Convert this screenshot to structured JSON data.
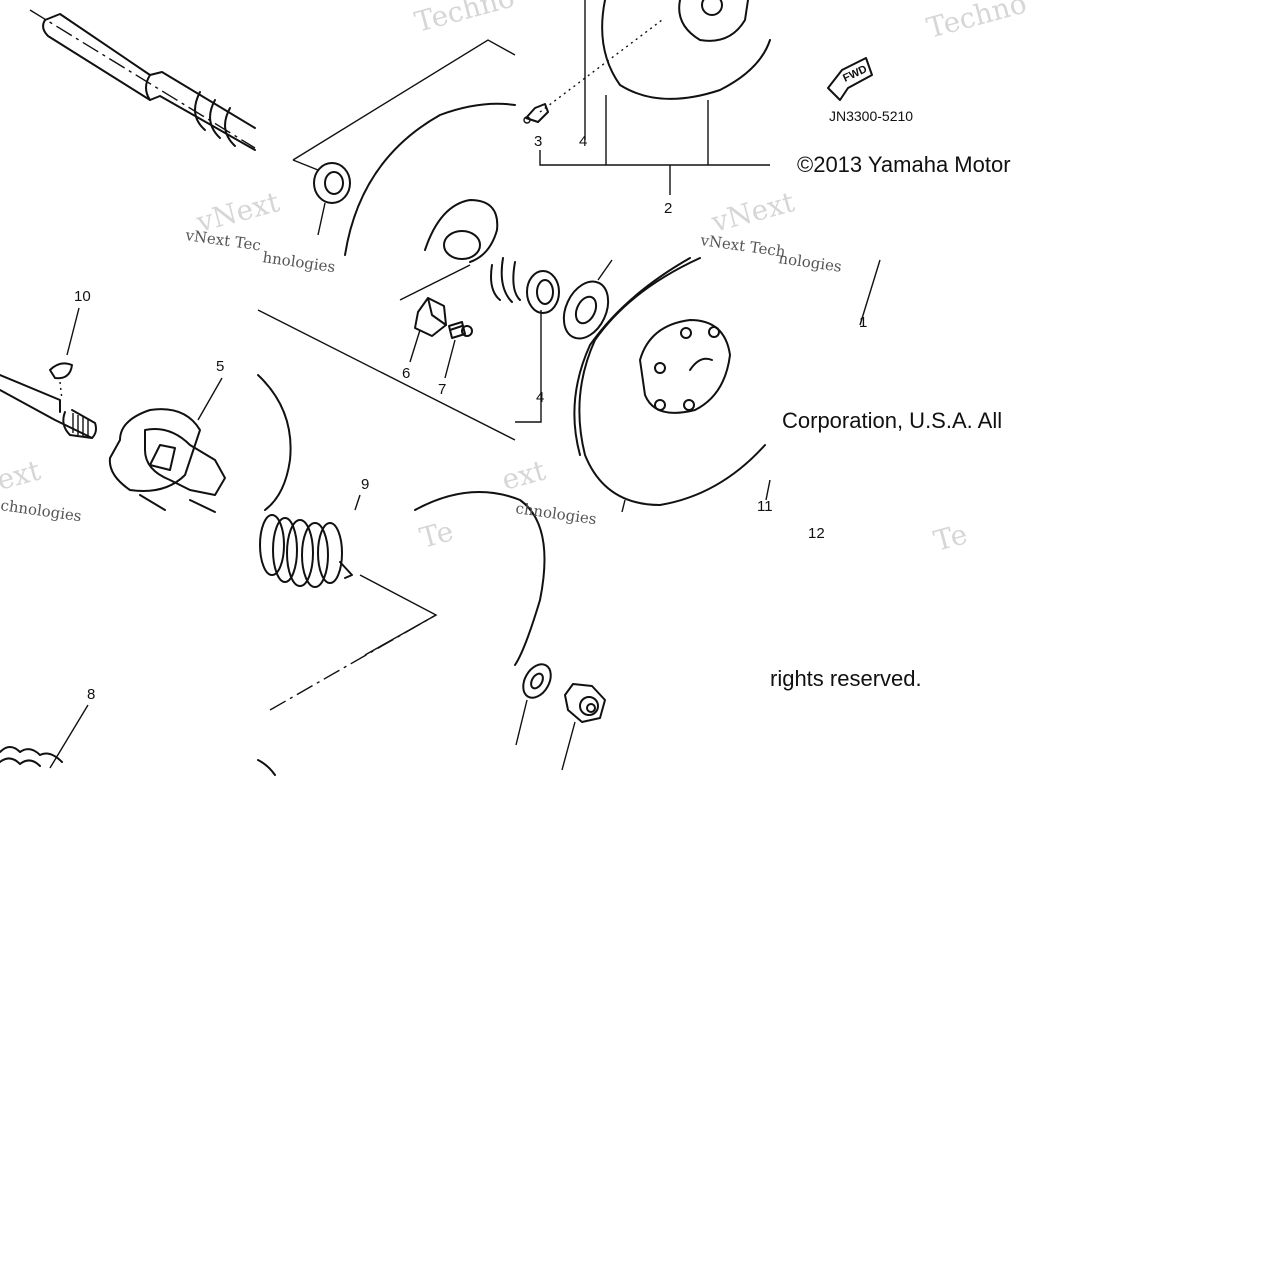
{
  "callouts": {
    "c1": "1",
    "c2": "2",
    "c3": "3",
    "c4a": "4",
    "c4b": "4",
    "c5": "5",
    "c6": "6",
    "c7": "7",
    "c8": "8",
    "c9": "9",
    "c10": "10",
    "c11": "11",
    "c12": "12"
  },
  "diagram_code": "JN3300-5210",
  "fwd_label": "FWD",
  "copyright": {
    "line1": "©2013 Yamaha Motor",
    "line2": "Corporation, U.S.A. All",
    "line3": "rights reserved."
  },
  "watermark": {
    "brand_a": "Techno",
    "brand_b": "vNext",
    "brand_c": "ext",
    "brand_d": "Te",
    "small_a": "vNext Tec",
    "small_b": "hnologies",
    "small_c": "vNext Tech",
    "small_d": "nologies",
    "small_e": "chnologies"
  }
}
